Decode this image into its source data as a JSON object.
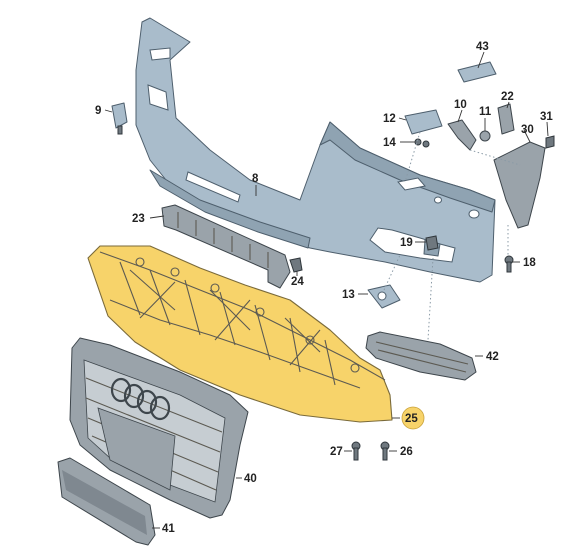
{
  "diagram": {
    "highlight_color": "#f7d36a",
    "part_color": "#a9bccb",
    "grille_color": "#9aa3aa",
    "callouts": [
      {
        "id": "43",
        "label": "43"
      },
      {
        "id": "22",
        "label": "22"
      },
      {
        "id": "10",
        "label": "10"
      },
      {
        "id": "11",
        "label": "11"
      },
      {
        "id": "31",
        "label": "31"
      },
      {
        "id": "12",
        "label": "12"
      },
      {
        "id": "30",
        "label": "30"
      },
      {
        "id": "9",
        "label": "9"
      },
      {
        "id": "14",
        "label": "14"
      },
      {
        "id": "8",
        "label": "8"
      },
      {
        "id": "23",
        "label": "23"
      },
      {
        "id": "19",
        "label": "19"
      },
      {
        "id": "18",
        "label": "18"
      },
      {
        "id": "24",
        "label": "24"
      },
      {
        "id": "13",
        "label": "13"
      },
      {
        "id": "42",
        "label": "42"
      },
      {
        "id": "25",
        "label": "25",
        "highlighted": true
      },
      {
        "id": "27",
        "label": "27"
      },
      {
        "id": "26",
        "label": "26"
      },
      {
        "id": "40",
        "label": "40"
      },
      {
        "id": "41",
        "label": "41"
      }
    ]
  }
}
